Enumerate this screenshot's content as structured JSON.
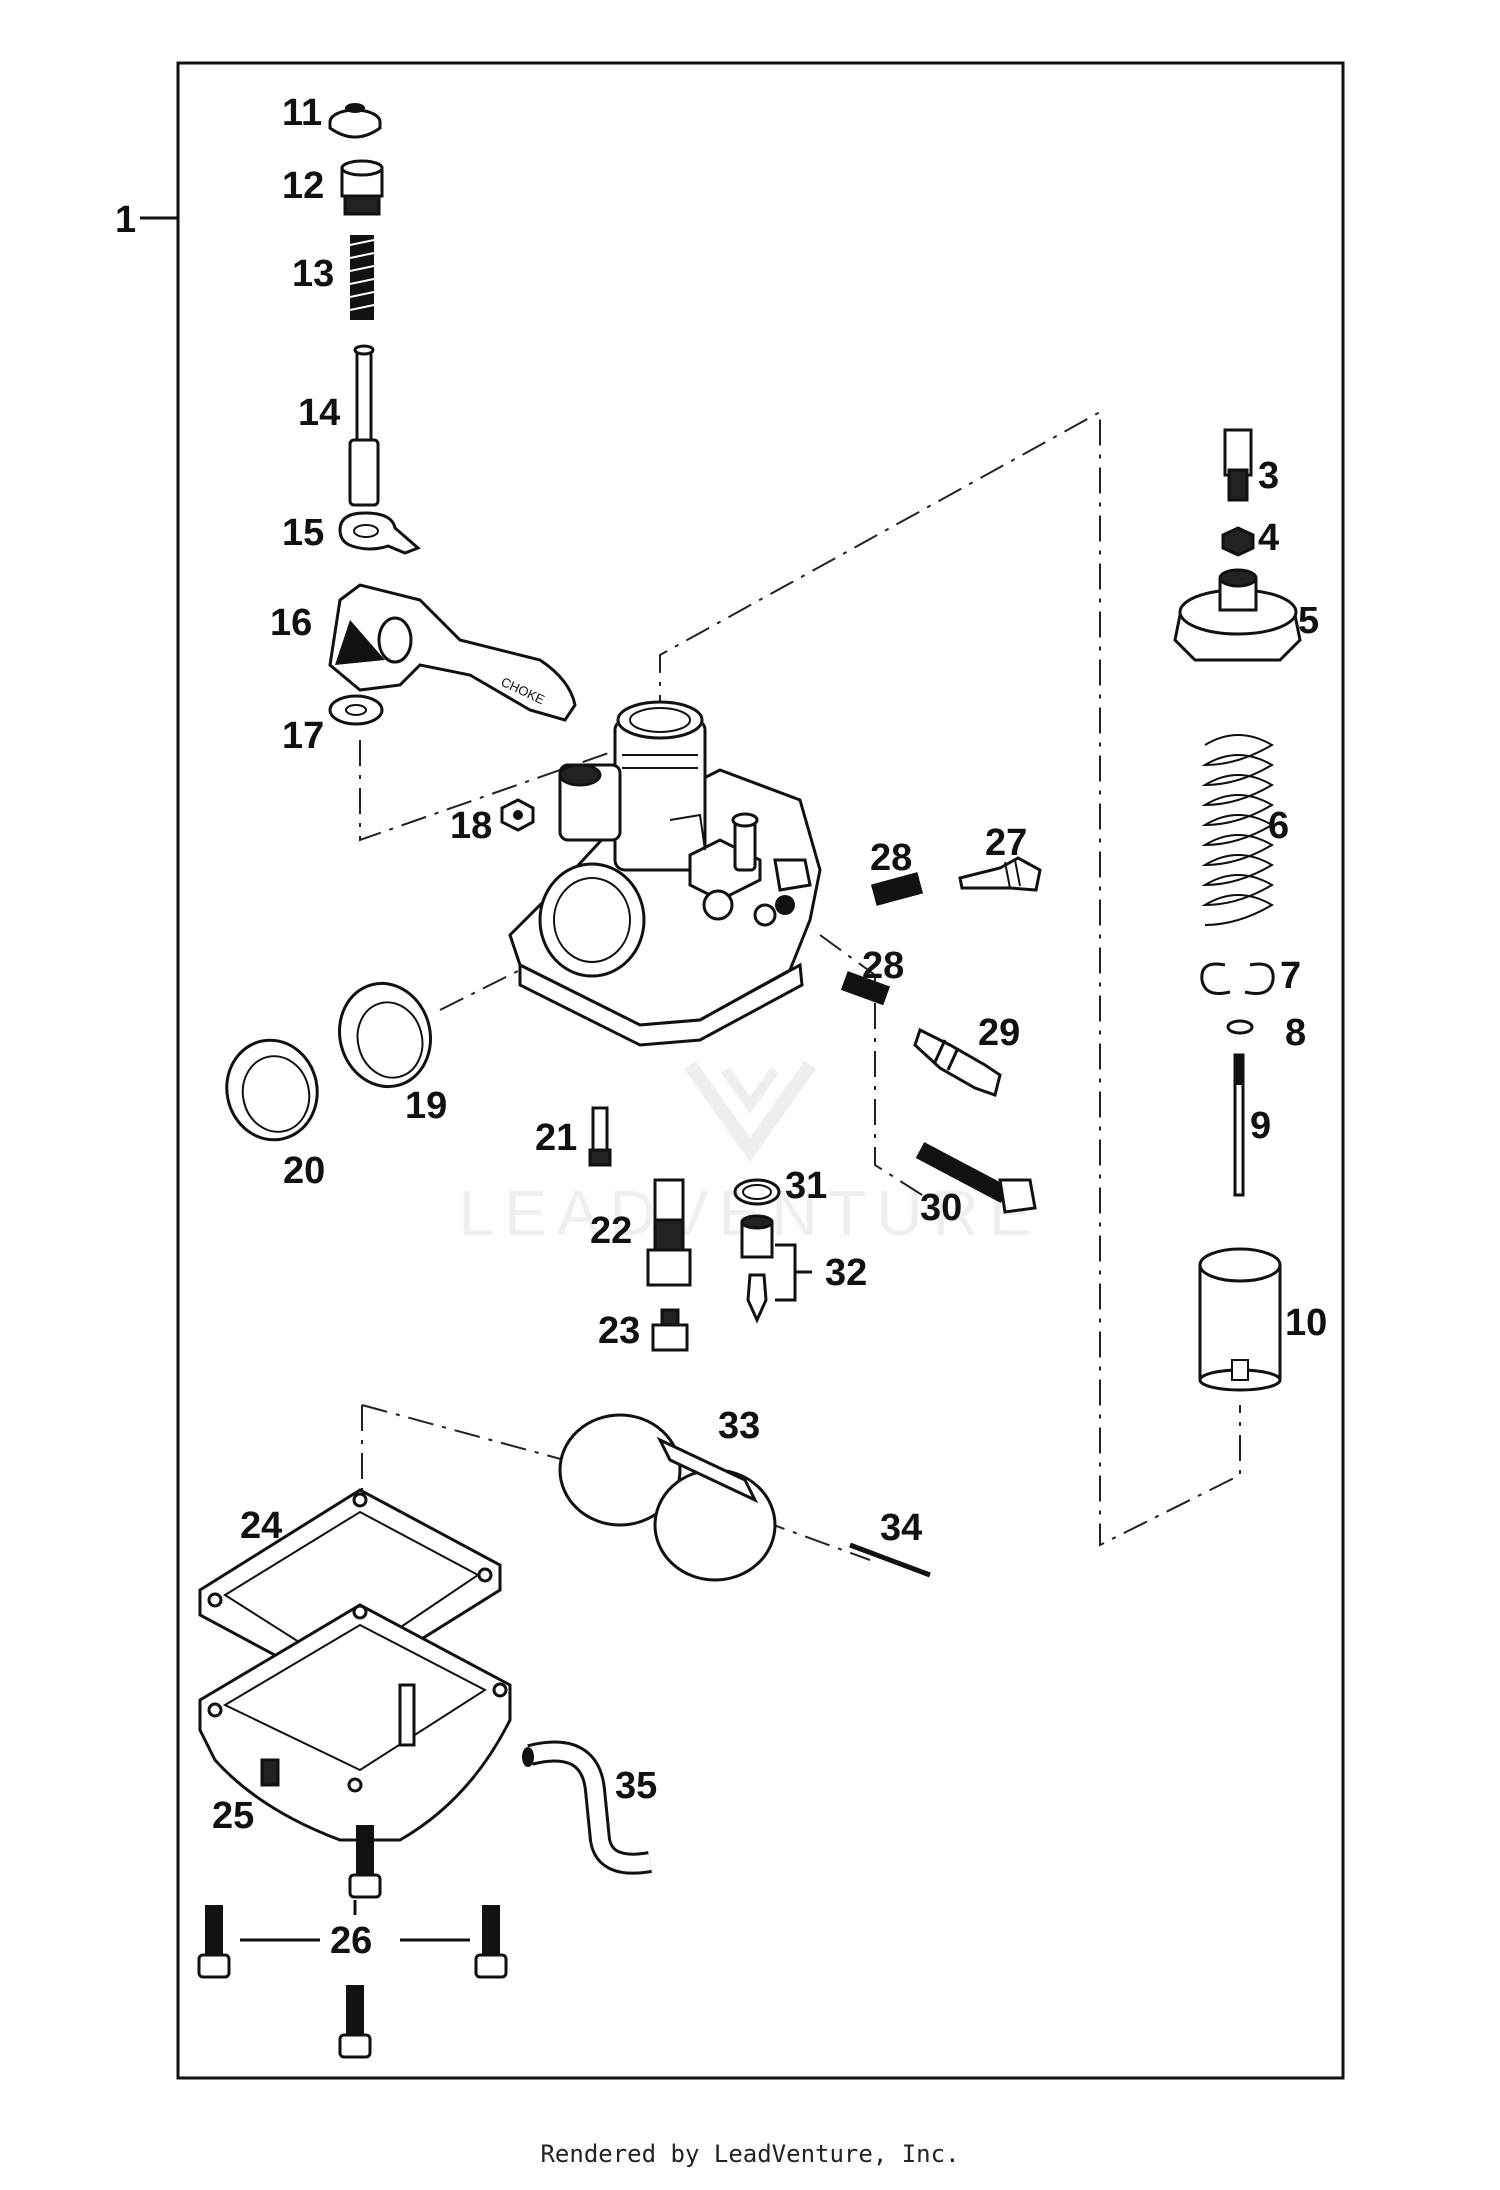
{
  "diagram": {
    "assembly_label": "1",
    "part_labels": [
      "3",
      "4",
      "5",
      "6",
      "7",
      "8",
      "9",
      "10",
      "11",
      "12",
      "13",
      "14",
      "15",
      "16",
      "17",
      "18",
      "19",
      "20",
      "21",
      "22",
      "23",
      "24",
      "25",
      "26",
      "27",
      "28",
      "28",
      "29",
      "30",
      "31",
      "32",
      "33",
      "34",
      "35"
    ],
    "choke_text": "CHOKE",
    "watermark": "LEADVENTURE"
  },
  "footer": {
    "text": "Rendered by LeadVenture, Inc."
  }
}
